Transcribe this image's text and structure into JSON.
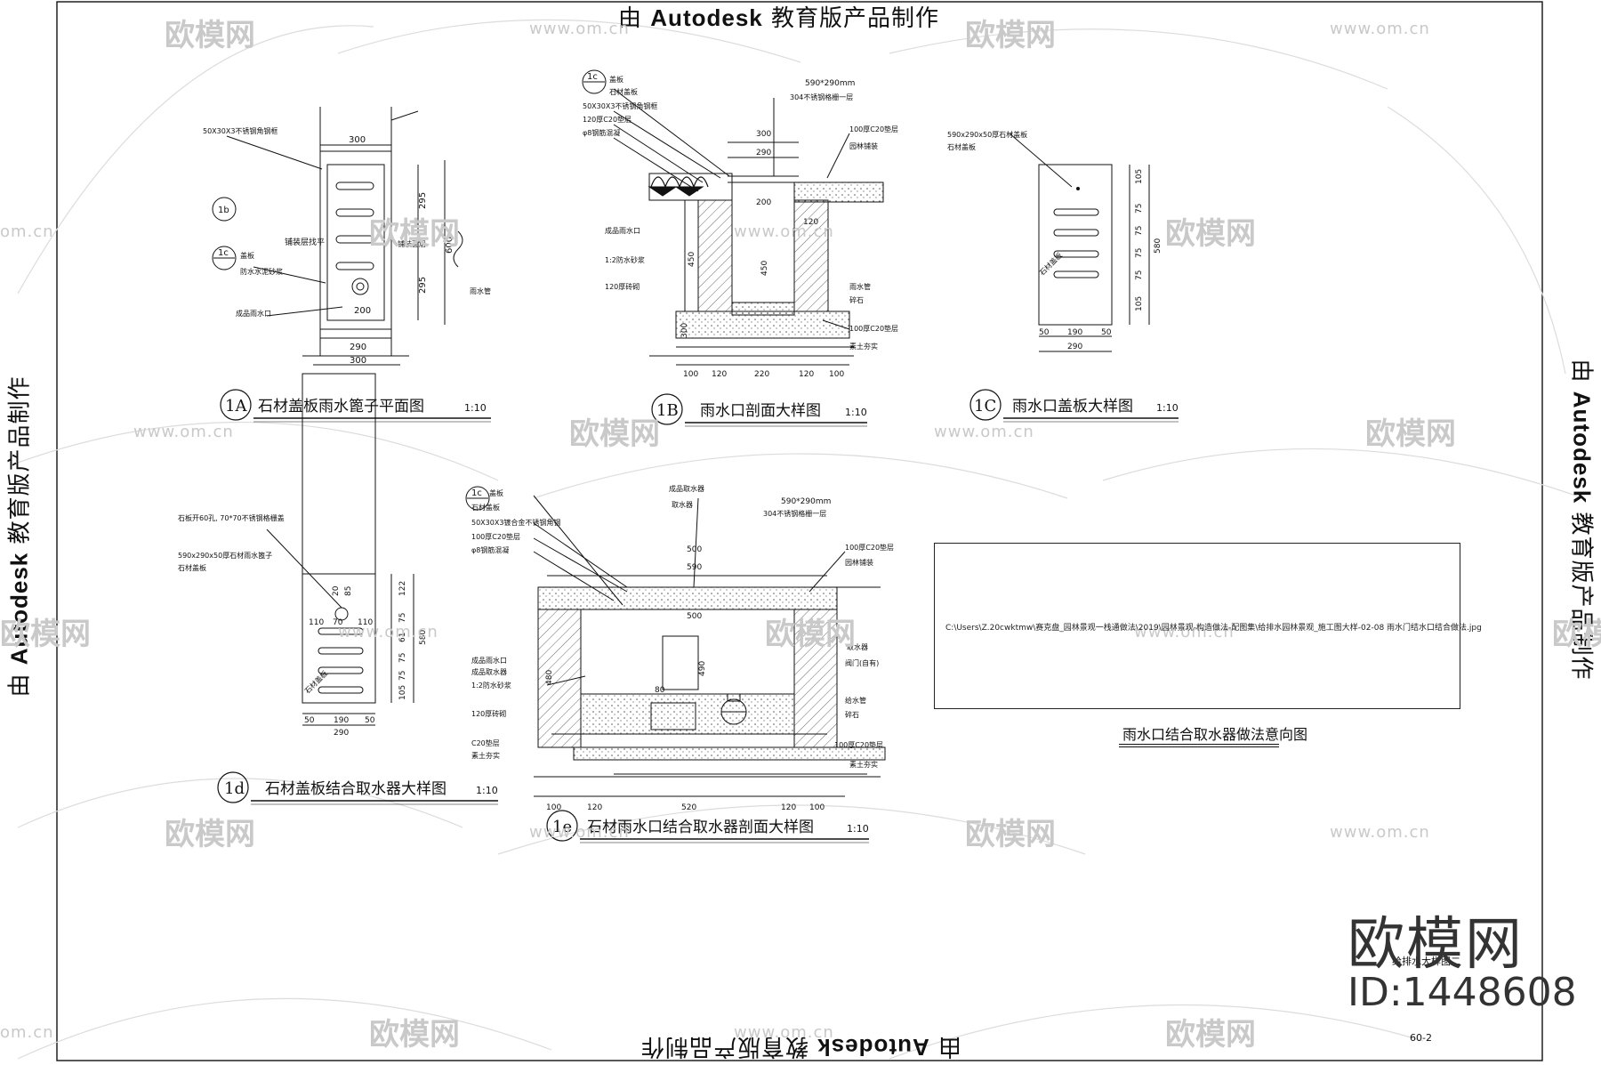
{
  "stamps": {
    "prefix": "由",
    "brand": "Autodesk",
    "suffix": "教育版产品制作"
  },
  "watermarks": {
    "logo_text": "欧模网",
    "url": "www.om.cn",
    "url_short": "om.cn",
    "brand": "欧模网",
    "id": "ID:1448608"
  },
  "drawings": [
    {
      "marker": "1A",
      "title": "石材盖板雨水篦子平面图",
      "scale": "1:10"
    },
    {
      "marker": "1B",
      "title": "雨水口剖面大样图",
      "scale": "1:10"
    },
    {
      "marker": "1C",
      "title": "雨水口盖板大样图",
      "scale": "1:10"
    },
    {
      "marker": "1d",
      "title": "石材盖板结合取水器大样图",
      "scale": "1:10"
    },
    {
      "marker": "1e",
      "title": "石材雨水口结合取水器剖面大样图",
      "scale": "1:10"
    }
  ],
  "note_panel": {
    "path": "C:\\Users\\Z.20cwktmw\\赛克盘_园林景观一栈通做法\\2019\\园林景观-构造做法-配图集\\给排水园林景观_施工图大样-02-08 雨水门结水口结合做法.jpg",
    "caption": "雨水口结合取水器做法意向图"
  },
  "title_block": {
    "sheet_name": "给排水大样图二",
    "sheet_no": "60-2"
  },
  "dims_1A": {
    "top": "300",
    "inner": "290",
    "bottom": "300",
    "bottom_inner": "290",
    "r1": "295",
    "r2": "295",
    "total": "600",
    "sub": "200",
    "note1": "50X30X3不锈钢角钢框",
    "note2": "铺装层找平",
    "note3": "盖板",
    "note4": "防水水泥砂浆",
    "note5": "成品雨水口",
    "note6": "雨水管",
    "ref1": "1b",
    "ref2": "1c",
    "note7": "铺装面层"
  },
  "dims_1B": {
    "top1": "590*290mm",
    "top2": "304不锈钢格栅一层",
    "w1": "300",
    "w2": "290",
    "w3": "200",
    "w4": "120",
    "h1": "450",
    "h2": "450",
    "h3": "300",
    "b1": "100",
    "b2": "120",
    "b3": "220",
    "b4": "120",
    "b5": "100",
    "n1": "盖板",
    "n2": "石材盖板",
    "n3": "50X30X3不锈钢角钢框",
    "n4": "120厚C20垫层",
    "n5": "φ8钢筋混凝",
    "n6": "100厚C20垫层",
    "n7": "园林铺装",
    "n8": "成品雨水口",
    "n9": "120厚砖砌",
    "n10": "1:2防水砂浆",
    "n11": "雨水管",
    "n12": "100厚C20垫层",
    "n13": "素土夯实",
    "n14": "碎石",
    "ref": "1c"
  },
  "dims_1C": {
    "note": "590x290x50厚石材盖板",
    "note2": "石材盖板",
    "v1": "105",
    "v2": "75",
    "v3": "75",
    "v4": "75",
    "v5": "75",
    "v6": "105",
    "total": "580",
    "h1": "50",
    "h2": "190",
    "h3": "50",
    "htotal": "290",
    "label": "石材盖板"
  },
  "dims_1d": {
    "note1": "石板开60孔, 70*70不锈钢格栅盖",
    "note2": "590x290x50厚石材雨水篦子",
    "note3": "石材盖板",
    "v1": "122",
    "v2": "75",
    "v3": "61",
    "v4": "75",
    "v5": "75",
    "v6": "105",
    "total": "580",
    "c1": "20",
    "c2": "85",
    "r1": "110",
    "r2": "70",
    "r3": "110",
    "h1": "50",
    "h2": "190",
    "h3": "50",
    "htotal": "290",
    "label": "石材盖板"
  },
  "dims_1e": {
    "top1": "590*290mm",
    "top2": "304不锈钢格栅一层",
    "w1": "500",
    "w2": "590",
    "w3": "500",
    "h1": "480",
    "h2": "490",
    "h3": "80",
    "b1": "100",
    "b2": "120",
    "b3": "520",
    "b4": "120",
    "b5": "100",
    "n1": "盖板",
    "n2": "石材盖板",
    "n3": "50X30X3镀合金不锈钢角钢",
    "n4": "100厚C20垫层",
    "n5": "φ8钢筋混凝",
    "n6": "取水器",
    "n7": "成品取水器",
    "n8": "100厚C20垫层",
    "n9": "园林铺装",
    "n10": "成品雨水口",
    "n11": "成品取水器",
    "n12": "1:2防水砂浆",
    "n13": "120厚砖砌",
    "n14": "C20垫层",
    "n15": "素土夯实",
    "n16": "阀门(自有)",
    "n17": "给水管",
    "n18": "碎石",
    "n19": "100厚C20垫层",
    "n20": "素土夯实",
    "n21": "取水器",
    "ref": "1c"
  }
}
